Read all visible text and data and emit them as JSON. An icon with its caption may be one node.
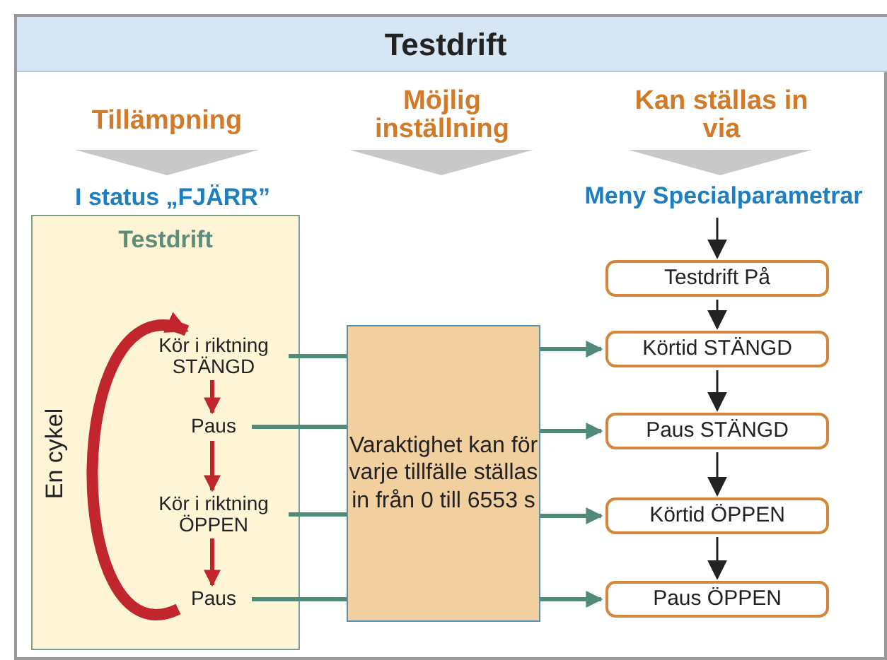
{
  "diagram": {
    "title": "Testdrift",
    "nodes": [
      {
        "text": [
          "Testdrift",
          "En cykel"
        ]
      },
      {
        "text": [
          "Kör i riktning STÄNGD"
        ],
        "in": 0
      },
      {
        "text": [
          "Paus"
        ],
        "in": 0
      },
      {
        "text": [
          "Kör i riktning ÖPPEN"
        ],
        "in": 0
      },
      {
        "text": [
          "Paus"
        ],
        "in": 0
      },
      {
        "text": [
          "Varaktighet kan för varje tillfälle ställas in från 0 till 6553 s"
        ]
      },
      {
        "text": [
          "Meny Specialparametrar"
        ]
      },
      {
        "text": [
          "Testdrift På"
        ]
      },
      {
        "text": [
          "Körtid STÄNGD"
        ]
      },
      {
        "text": [
          "Paus STÄNGD"
        ]
      },
      {
        "text": [
          "Körtid ÖPPEN"
        ]
      },
      {
        "text": [
          "Paus ÖPPEN"
        ]
      }
    ],
    "edges": [
      {
        "from": 1,
        "to": 2,
        "arrow": "to",
        "color": "#c0262b"
      },
      {
        "from": 2,
        "to": 3,
        "arrow": "to",
        "color": "#c0262b"
      },
      {
        "from": 3,
        "to": 4,
        "arrow": "to",
        "color": "#c0262b"
      },
      {
        "from": 4,
        "to": 1,
        "arrow": "to",
        "style": "thick",
        "color": "#c0262b"
      },
      {
        "from": 1,
        "to": 5,
        "arrow": "none"
      },
      {
        "from": 2,
        "to": 5,
        "arrow": "none"
      },
      {
        "from": 3,
        "to": 5,
        "arrow": "none"
      },
      {
        "from": 4,
        "to": 5,
        "arrow": "none"
      },
      {
        "from": 5,
        "to": 8,
        "arrow": "to"
      },
      {
        "from": 5,
        "to": 9,
        "arrow": "to"
      },
      {
        "from": 5,
        "to": 10,
        "arrow": "to"
      },
      {
        "from": 5,
        "to": 11,
        "arrow": "to"
      },
      {
        "from": 6,
        "to": 7,
        "arrow": "to",
        "color": "#222222"
      },
      {
        "from": 7,
        "to": 8,
        "arrow": "to",
        "color": "#222222"
      },
      {
        "from": 8,
        "to": 9,
        "arrow": "to",
        "color": "#222222"
      },
      {
        "from": 9,
        "to": 10,
        "arrow": "to",
        "color": "#222222"
      },
      {
        "from": 10,
        "to": 11,
        "arrow": "to",
        "color": "#222222"
      }
    ],
    "labels": [
      "Tillämpning",
      "Möjlig inställning",
      "Kan ställas in via",
      "I status „FJÄRR”"
    ]
  }
}
